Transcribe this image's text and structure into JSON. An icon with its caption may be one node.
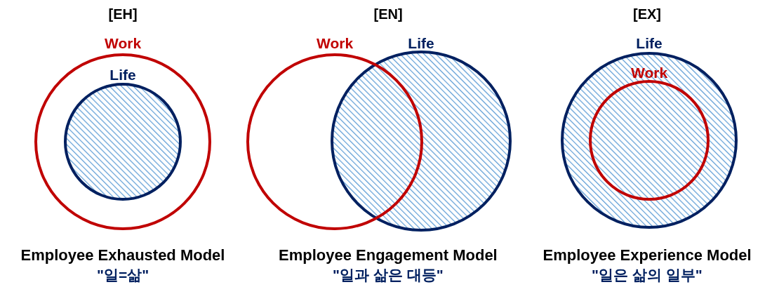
{
  "diagram": {
    "nodes": [
      {
        "text": [
          "Work"
        ]
      },
      {
        "text": [
          "Life"
        ],
        "in": 0
      },
      {
        "text": [
          "Work"
        ]
      },
      {
        "text": [
          "Life"
        ]
      },
      {
        "text": [
          "Life"
        ]
      },
      {
        "text": [
          "Work"
        ],
        "in": 4
      }
    ],
    "labels": [
      "[EH]",
      "[EN]",
      "[EX]",
      "Employee Exhausted Model",
      "Employee Engagement Model",
      "Employee Experience Model",
      "\"일=삶\"",
      "\"일과 삶은 대등\"",
      "\"일은 삶의 일부\""
    ]
  }
}
